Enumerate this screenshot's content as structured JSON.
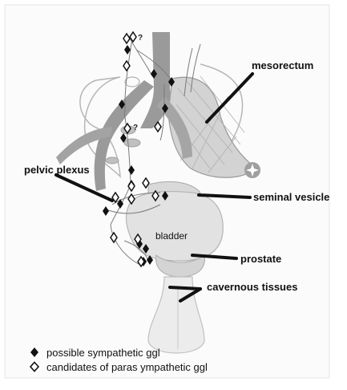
{
  "labels": {
    "mesorectum": "mesorectum",
    "pelvic_plexus": "pelvic plexus",
    "seminal_vesicle": "seminal vesicle",
    "bladder": "bladder",
    "prostate": "prostate",
    "cavernous_tissues": "cavernous tissues",
    "question_mark_1": "?",
    "question_mark_2": "?"
  },
  "legend": {
    "sympathetic": "possible sympathetic ggl",
    "parasympathetic": "candidates of paras ympathetic ggl"
  },
  "colors": {
    "vessel": "#9a9a9a",
    "tissue": "#d6d6d6",
    "outline": "#a8a8a8",
    "marker": "#111111"
  }
}
